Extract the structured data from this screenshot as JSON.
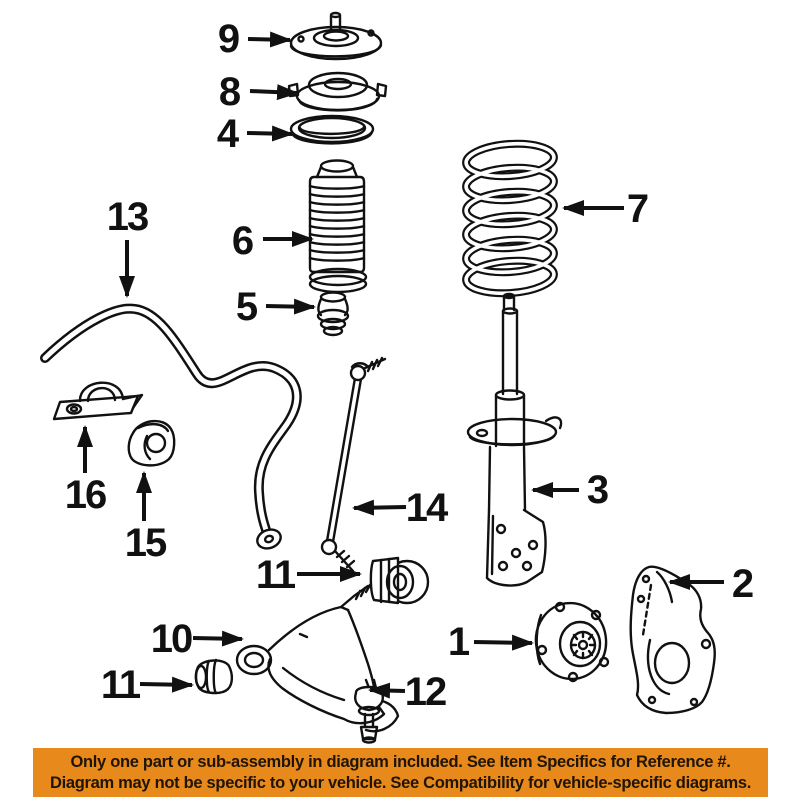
{
  "diagram": {
    "callouts": [
      {
        "label": "9"
      },
      {
        "label": "8"
      },
      {
        "label": "4"
      },
      {
        "label": "6"
      },
      {
        "label": "5"
      },
      {
        "label": "7"
      },
      {
        "label": "13"
      },
      {
        "label": "16"
      },
      {
        "label": "15"
      },
      {
        "label": "14"
      },
      {
        "label": "11"
      },
      {
        "label": "10"
      },
      {
        "label": "11"
      },
      {
        "label": "12"
      },
      {
        "label": "1"
      },
      {
        "label": "2"
      },
      {
        "label": "3"
      }
    ]
  },
  "banner": {
    "line1": "Only one part or sub-assembly in diagram included. See Item Specifics for Reference #.",
    "line2": "Diagram may not be specific to your vehicle. See Compatibility for vehicle-specific diagrams.",
    "background_color": "#E8891C",
    "text_color": "#1F1405"
  },
  "colors": {
    "page_background": "#FFFFFF",
    "line_art": "#111111"
  }
}
